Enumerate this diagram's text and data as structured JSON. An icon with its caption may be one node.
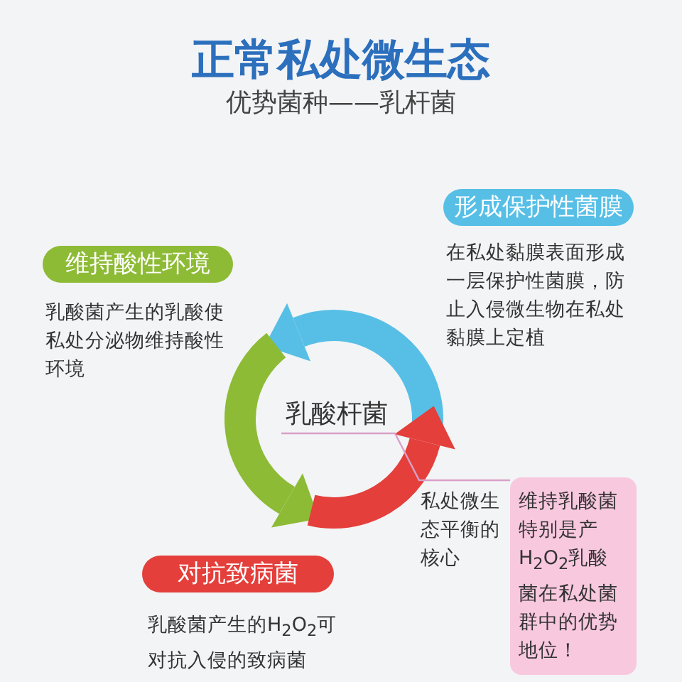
{
  "diagram": {
    "title": "正常私处微生态",
    "nodes": [
      {
        "text": [
          "乳酸杆菌"
        ]
      },
      {
        "text": [
          "形成保护性菌膜"
        ],
        "beside": [
          "在私处黏膜表面形成一层保护性菌膜，防止入侵微生物在私处黏膜上定植"
        ]
      },
      {
        "text": [
          "维持酸性环境"
        ],
        "beside": [
          "乳酸菌产生的乳酸使私处分泌物维持酸性环境"
        ]
      },
      {
        "text": [
          "对抗致病菌"
        ],
        "beside": [
          "乳酸菌产生的H$_{2}$O$_{2}$可对抗入侵的致病菌"
        ]
      },
      {
        "text": [
          "维持乳酸菌特别是产H$_{2}$O$_{2}$乳酸菌在私处菌群中的优势地位！"
        ]
      }
    ],
    "edges": [
      {
        "from": 0,
        "to": 4,
        "arrow": "none",
        "color": "#d9a0c8"
      }
    ],
    "labels": [
      "优势菌种——乳杆菌",
      "私处微生态平衡的核心"
    ]
  }
}
